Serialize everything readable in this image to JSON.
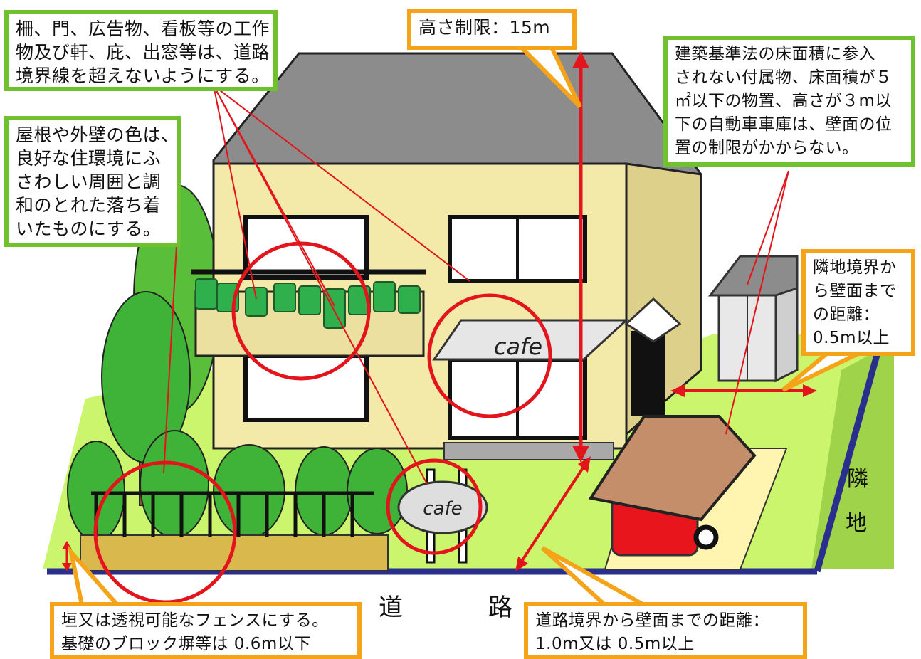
{
  "callouts": {
    "height_limit": "高さ制限：15m",
    "fences": [
      "柵、門、広告物、看板等の工作",
      "物及び軒、庇、出窓等は、道路",
      "境界線を超えないようにする。"
    ],
    "colors": [
      "屋根や外壁の色は、",
      "良好な住環境にふ",
      "さわしい周囲と調",
      "和のとれた落ち着",
      "いたものにする。"
    ],
    "accessory": [
      "建築基準法の床面積に参入",
      "されない付属物、床面積が５",
      "㎡以下の物置、高さが３m以",
      "下の自動車車庫は、壁面の位",
      "置の制限がかからない。"
    ],
    "neighbor_dist": [
      "隣地境界か",
      "ら壁面まで",
      "の距離：",
      "0.5m以上"
    ],
    "hedge": [
      "垣又は透視可能なフェンスにする。",
      "基礎のブロック塀等は 0.6m以下"
    ],
    "road_dist": [
      "道路境界から壁面までの距離：",
      "1.0m又は 0.5m以上"
    ]
  },
  "labels": {
    "road_1": "道",
    "road_2": "路",
    "neighbor_1": "隣",
    "neighbor_2": "地",
    "cafe_awning": "cafe",
    "cafe_sign": "cafe"
  },
  "colors": {
    "callout_green": "#6fc12e",
    "callout_orange": "#f5a318",
    "lawn": "#ccf56e",
    "wall": "#f3e9a9",
    "roof": "#8c8c8c",
    "boundary": "#2a2e8c",
    "annotation_red": "#e3141b",
    "car": "#e8161c",
    "carport_roof": "#c48e6b"
  }
}
